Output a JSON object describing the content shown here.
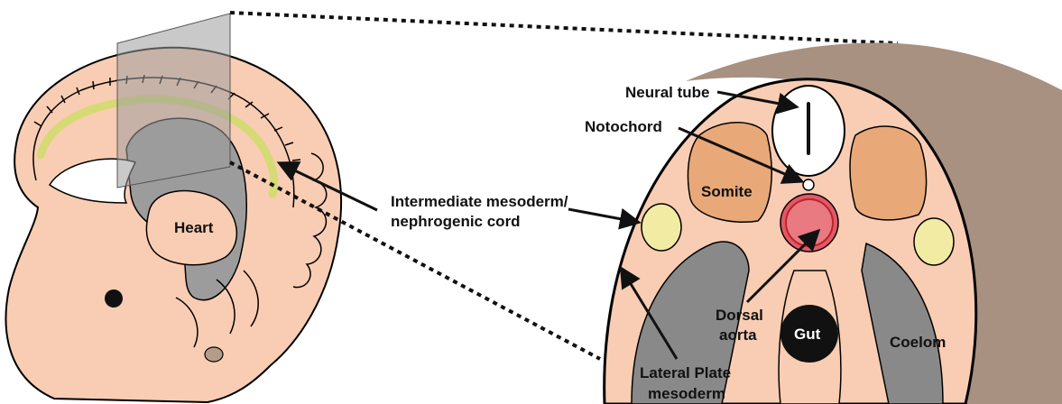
{
  "labels": {
    "heart": "Heart",
    "intermediate_line1": "Intermediate mesoderm/",
    "intermediate_line2": "nephrogenic cord",
    "neural_tube": "Neural tube",
    "notochord": "Notochord",
    "somite": "Somite",
    "dorsal_line1": "Dorsal",
    "dorsal_line2": "aorta",
    "gut": "Gut",
    "coelom": "Coelom",
    "lateral_line1": "Lateral Plate",
    "lateral_line2": "mesoderm"
  },
  "colors": {
    "skin": "#f9cdb3",
    "somite": "#e8a878",
    "aorta": "#e45865",
    "nephro": "#f1eba4",
    "coelom": "#898989",
    "ectoderm_band": "#a89181",
    "gut": "#111111",
    "plane": "#9c9c9c",
    "cord_stripe": "#cfdc6a"
  }
}
